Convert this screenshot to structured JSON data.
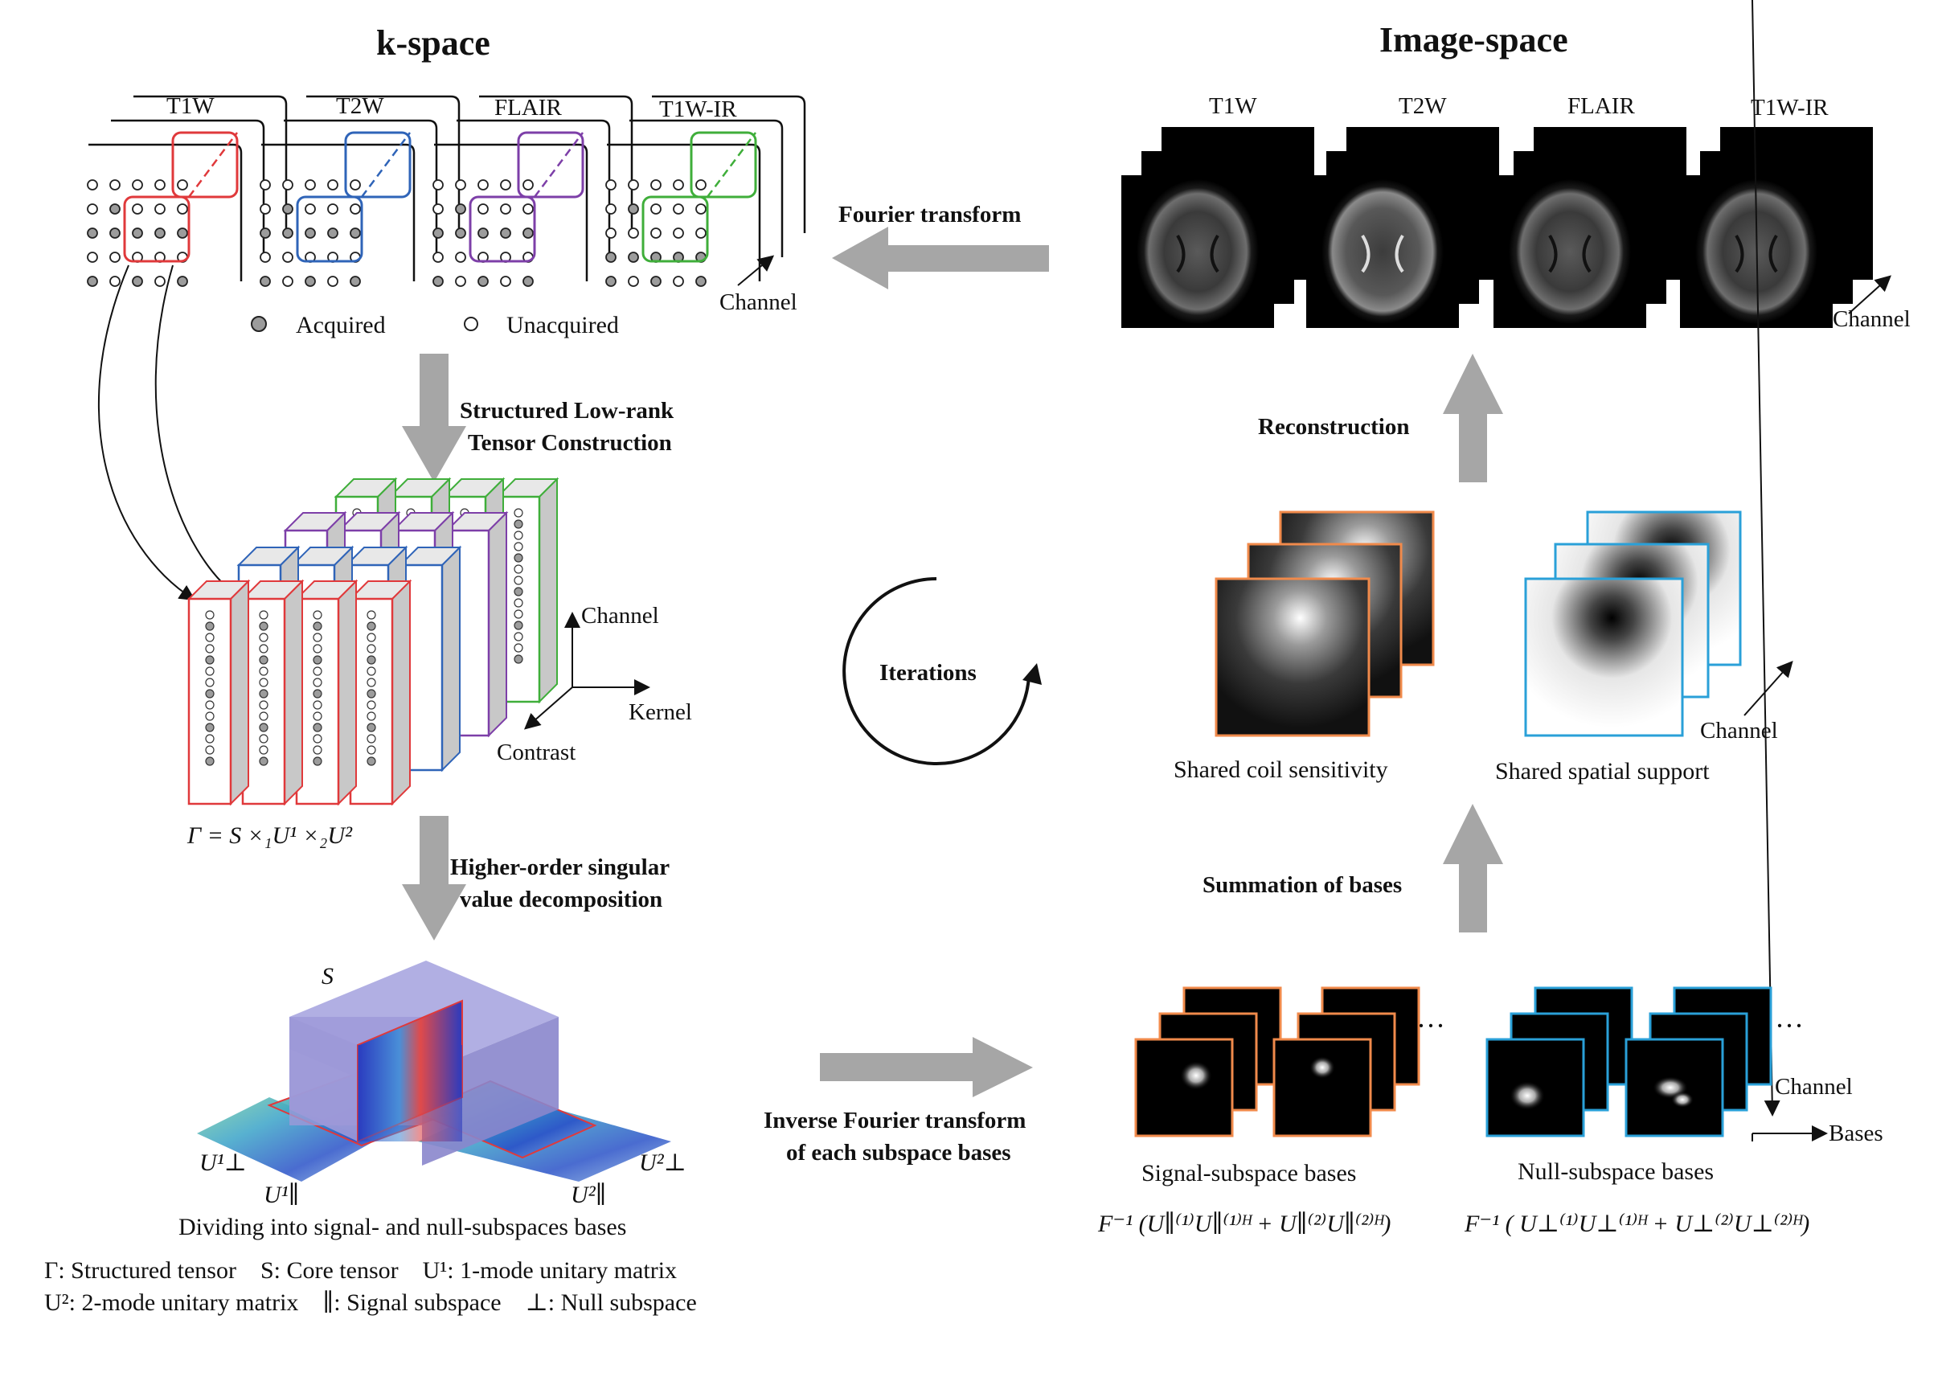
{
  "kspace": {
    "title": "k-space",
    "contrasts": [
      "T1W",
      "T2W",
      "FLAIR",
      "T1W-IR"
    ],
    "channel_label": "Channel",
    "legend_acquired": "Acquired",
    "legend_unacquired": "Unacquired"
  },
  "imagespace": {
    "title": "Image-space",
    "contrasts": [
      "T1W",
      "T2W",
      "FLAIR",
      "T1W-IR"
    ],
    "channel_label": "Channel"
  },
  "steps": {
    "fourier": "Fourier transform",
    "structured_line1": "Structured Low-rank",
    "structured_line2": "Tensor Construction",
    "hosvd_line1": "Higher-order singular",
    "hosvd_line2": "value decomposition",
    "iterations": "Iterations",
    "ift_line1": "Inverse Fourier transform",
    "ift_line2": "of each subspace bases",
    "reconstruction": "Reconstruction",
    "summation": "Summation of bases"
  },
  "tensor": {
    "axis_channel": "Channel",
    "axis_kernel": "Kernel",
    "axis_contrast": "Contrast",
    "equation": "Γ = S ×₁U¹ ×₂U²"
  },
  "hosvd": {
    "core_label": "S",
    "u1_perp": "U¹⊥",
    "u1_par": "U¹∥",
    "u2_par": "U²∥",
    "u2_perp": "U²⊥",
    "caption": "Dividing into signal- and null-subspaces bases"
  },
  "bases": {
    "signal_caption": "Signal-subspace bases",
    "null_caption": "Null-subspace bases",
    "signal_formula": "F⁻¹ (U∥⁽¹⁾U∥⁽¹⁾ᴴ + U∥⁽²⁾U∥⁽²⁾ᴴ)",
    "null_formula": "F⁻¹ ( U⊥⁽¹⁾U⊥⁽¹⁾ᴴ + U⊥⁽²⁾U⊥⁽²⁾ᴴ)",
    "ellipsis": "···",
    "channel_label": "Channel",
    "bases_label": "Bases"
  },
  "maps": {
    "coil_caption": "Shared coil sensitivity",
    "support_caption": "Shared spatial support",
    "channel_label": "Channel"
  },
  "legend": {
    "line1": "Γ: Structured tensor    S: Core tensor    U¹: 1-mode unitary matrix",
    "line2": "U²: 2-mode unitary matrix    ∥: Signal subspace    ⊥: Null subspace"
  },
  "colors": {
    "t1w": "#e0393b",
    "t2w": "#2f64b8",
    "flair": "#7d3fa8",
    "t1wir": "#3fae3a",
    "signal_frame": "#f08a4b",
    "null_frame": "#2aa0d8",
    "arrow_gray": "#a6a6a6"
  }
}
